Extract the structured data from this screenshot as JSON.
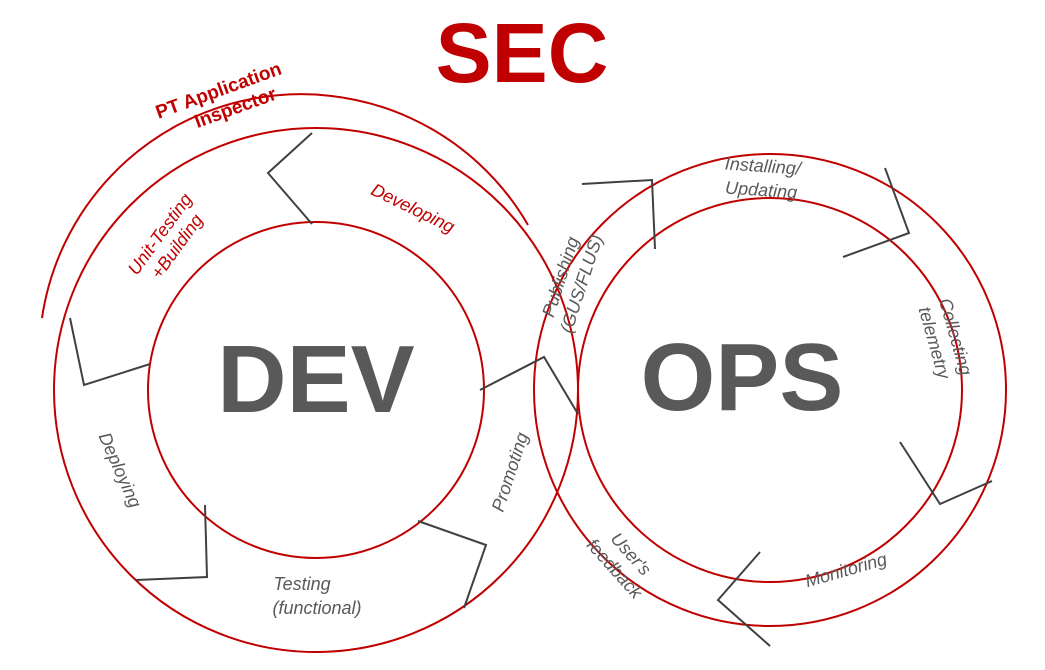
{
  "title": "SEC",
  "dev_label": "DEV",
  "ops_label": "OPS",
  "tool_label": {
    "line1": "PT Application",
    "line2": "Inspector"
  },
  "dev_stages": {
    "developing": "Developing",
    "unit_testing_line1": "Unit-Testing",
    "unit_testing_line2": "+Building",
    "deploying": "Deploying",
    "testing_line1": "Testing",
    "testing_line2": "(functional)",
    "promoting": "Promoting"
  },
  "ops_stages": {
    "publishing_line1": "Publishing",
    "publishing_line2": "(GUS/FLUS)",
    "installing_line1": "Installing/",
    "installing_line2": "Updating",
    "collecting_line1": "Collecting",
    "collecting_line2": "telemetry",
    "monitoring": "Monitoring",
    "feedback_line1": "User's",
    "feedback_line2": "feedback"
  },
  "colors": {
    "accent": "#c00000",
    "text_gray": "#595959",
    "arrow_gray": "#404040"
  }
}
